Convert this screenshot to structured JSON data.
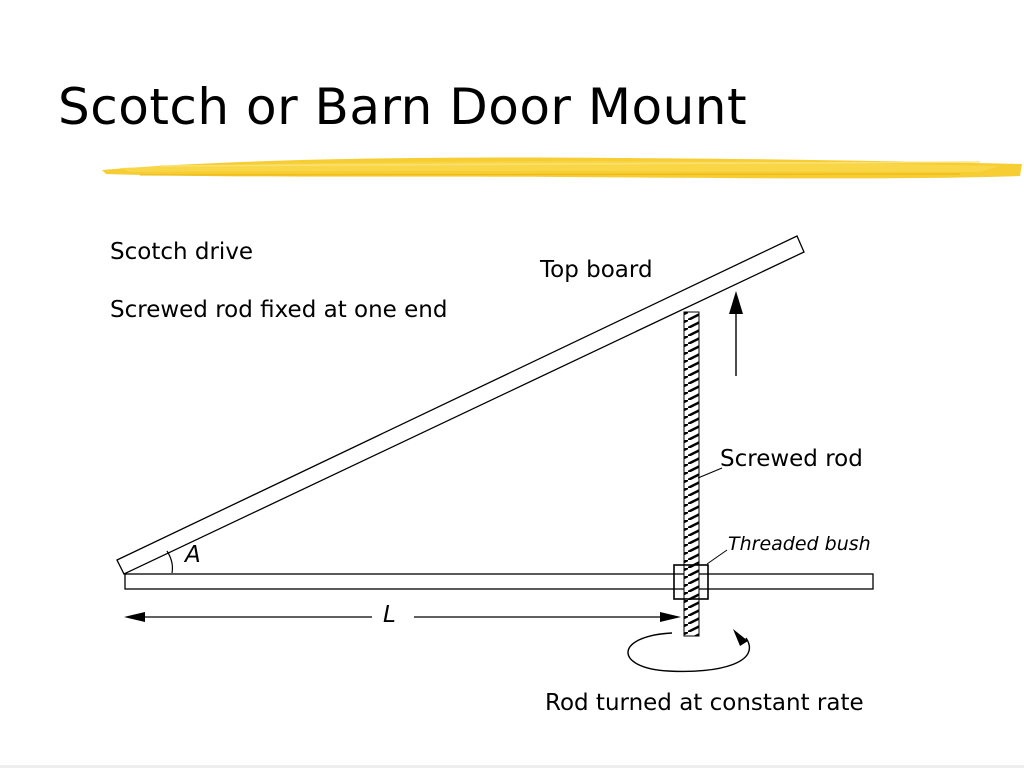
{
  "slide": {
    "title": "Scotch or Barn Door Mount"
  },
  "diagram": {
    "notes": {
      "line1": "Scotch drive",
      "line2": "Screwed rod fixed at one end"
    },
    "labels": {
      "top_board": "Top board",
      "screwed_rod": "Screwed rod",
      "threaded_bush": "Threaded bush",
      "angle": "A",
      "length": "L",
      "rotation": "Rod turned at constant rate"
    }
  },
  "colors": {
    "underline": "#f6c81e",
    "line": "#000000",
    "background": "#ffffff"
  }
}
